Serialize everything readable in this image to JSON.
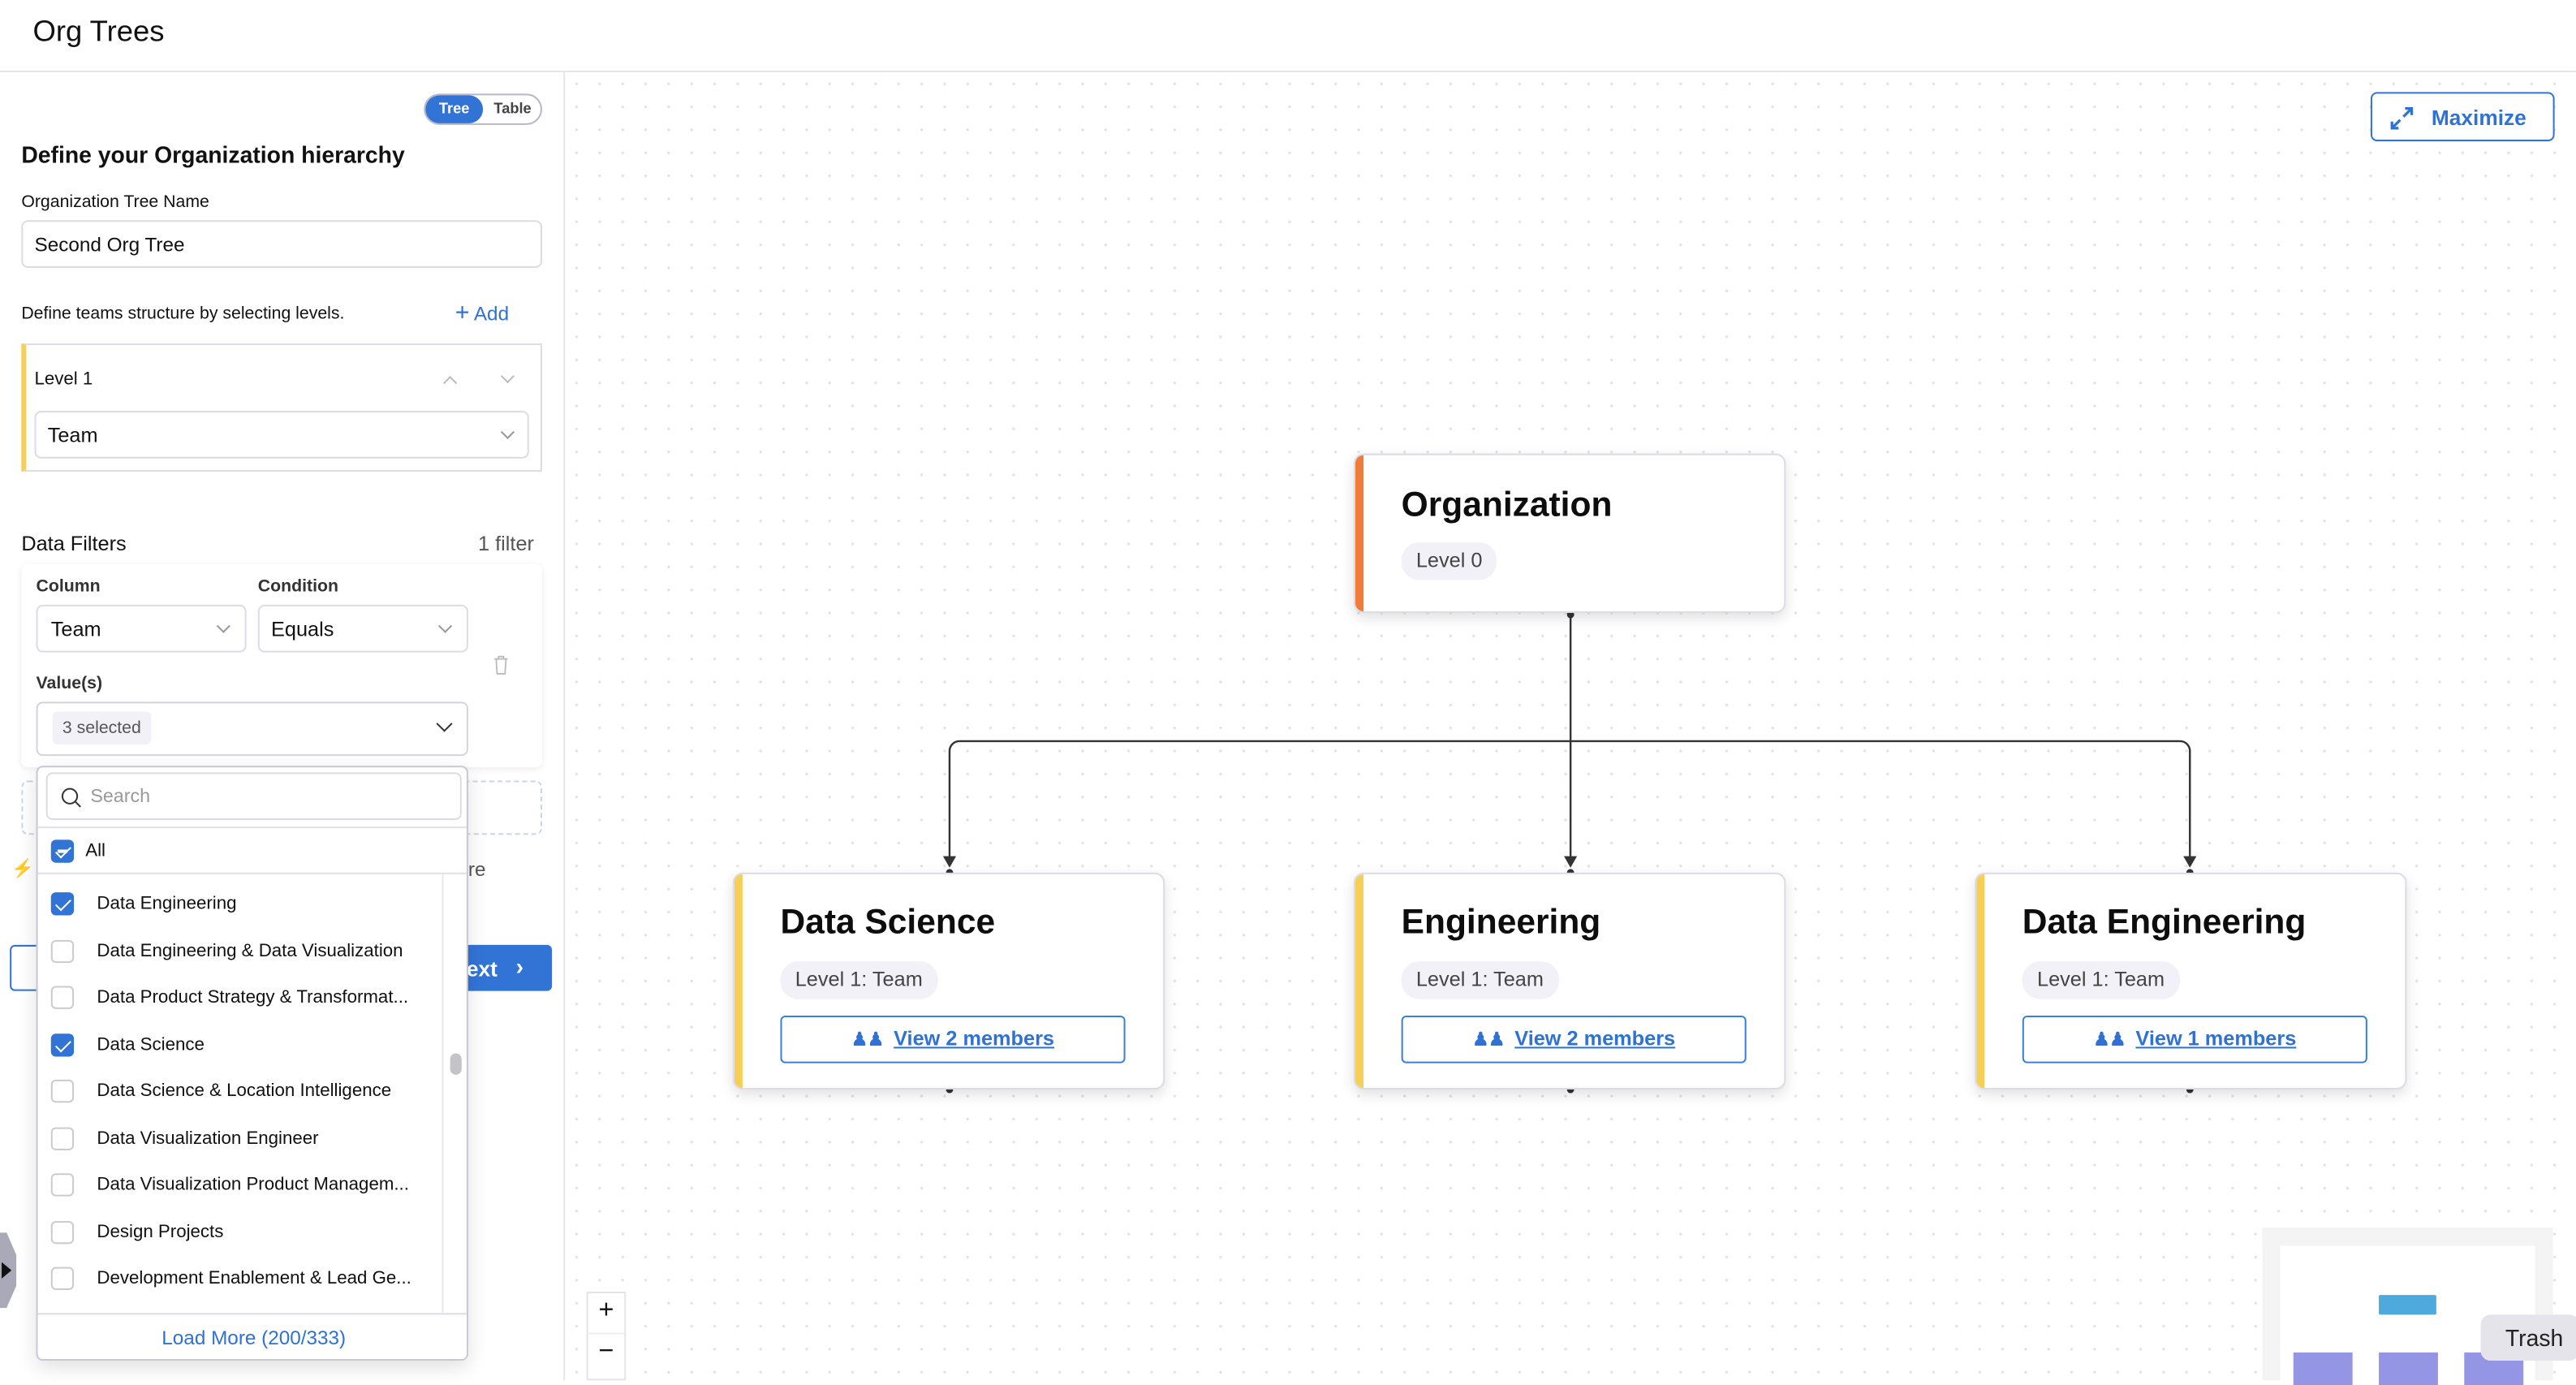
{
  "header": {
    "title": "Org Trees"
  },
  "view_toggle": {
    "options": [
      "Tree",
      "Table"
    ],
    "selected": "Tree"
  },
  "form": {
    "heading": "Define your Organization hierarchy",
    "tree_name_label": "Organization Tree Name",
    "tree_name_value": "Second Org Tree",
    "levels_hint": "Define teams structure by selecting levels.",
    "add_label": "Add",
    "levels": [
      {
        "label": "Level 1",
        "value": "Team"
      }
    ],
    "filters_title": "Data Filters",
    "filters_count": "1 filter",
    "filter": {
      "column_label": "Column",
      "column_value": "Team",
      "condition_label": "Condition",
      "condition_value": "Equals",
      "values_label": "Value(s)",
      "values_chip": "3 selected"
    },
    "partial_text": "re",
    "next_label": "ext"
  },
  "dropdown": {
    "search_placeholder": "Search",
    "all_label": "All",
    "items": [
      {
        "label": "Data Engineering",
        "checked": true
      },
      {
        "label": "Data Engineering & Data Visualization",
        "checked": false
      },
      {
        "label": "Data Product Strategy & Transformat...",
        "checked": false
      },
      {
        "label": "Data Science",
        "checked": true
      },
      {
        "label": "Data Science & Location Intelligence",
        "checked": false
      },
      {
        "label": "Data Visualization Engineer",
        "checked": false
      },
      {
        "label": "Data Visualization Product Managem...",
        "checked": false
      },
      {
        "label": "Design Projects",
        "checked": false
      },
      {
        "label": "Development Enablement & Lead Ge...",
        "checked": false
      }
    ],
    "load_more": "Load More (200/333)"
  },
  "canvas": {
    "maximize_label": "Maximize",
    "root": {
      "title": "Organization",
      "badge": "Level 0",
      "color": "#f07c3a"
    },
    "children": [
      {
        "title": "Data Science",
        "badge": "Level 1: Team",
        "members": "View 2 members",
        "color": "#f5cf57"
      },
      {
        "title": "Engineering",
        "badge": "Level 1: Team",
        "members": "View 2 members",
        "color": "#f5cf57"
      },
      {
        "title": "Data Engineering",
        "badge": "Level 1: Team",
        "members": "View 1 members",
        "color": "#f5cf57"
      }
    ],
    "zoom_in": "+",
    "zoom_out": "−",
    "tooltip": "Trash"
  },
  "colors": {
    "accent": "#3274d6",
    "level0": "#f07c3a",
    "level1": "#f5cf57"
  }
}
